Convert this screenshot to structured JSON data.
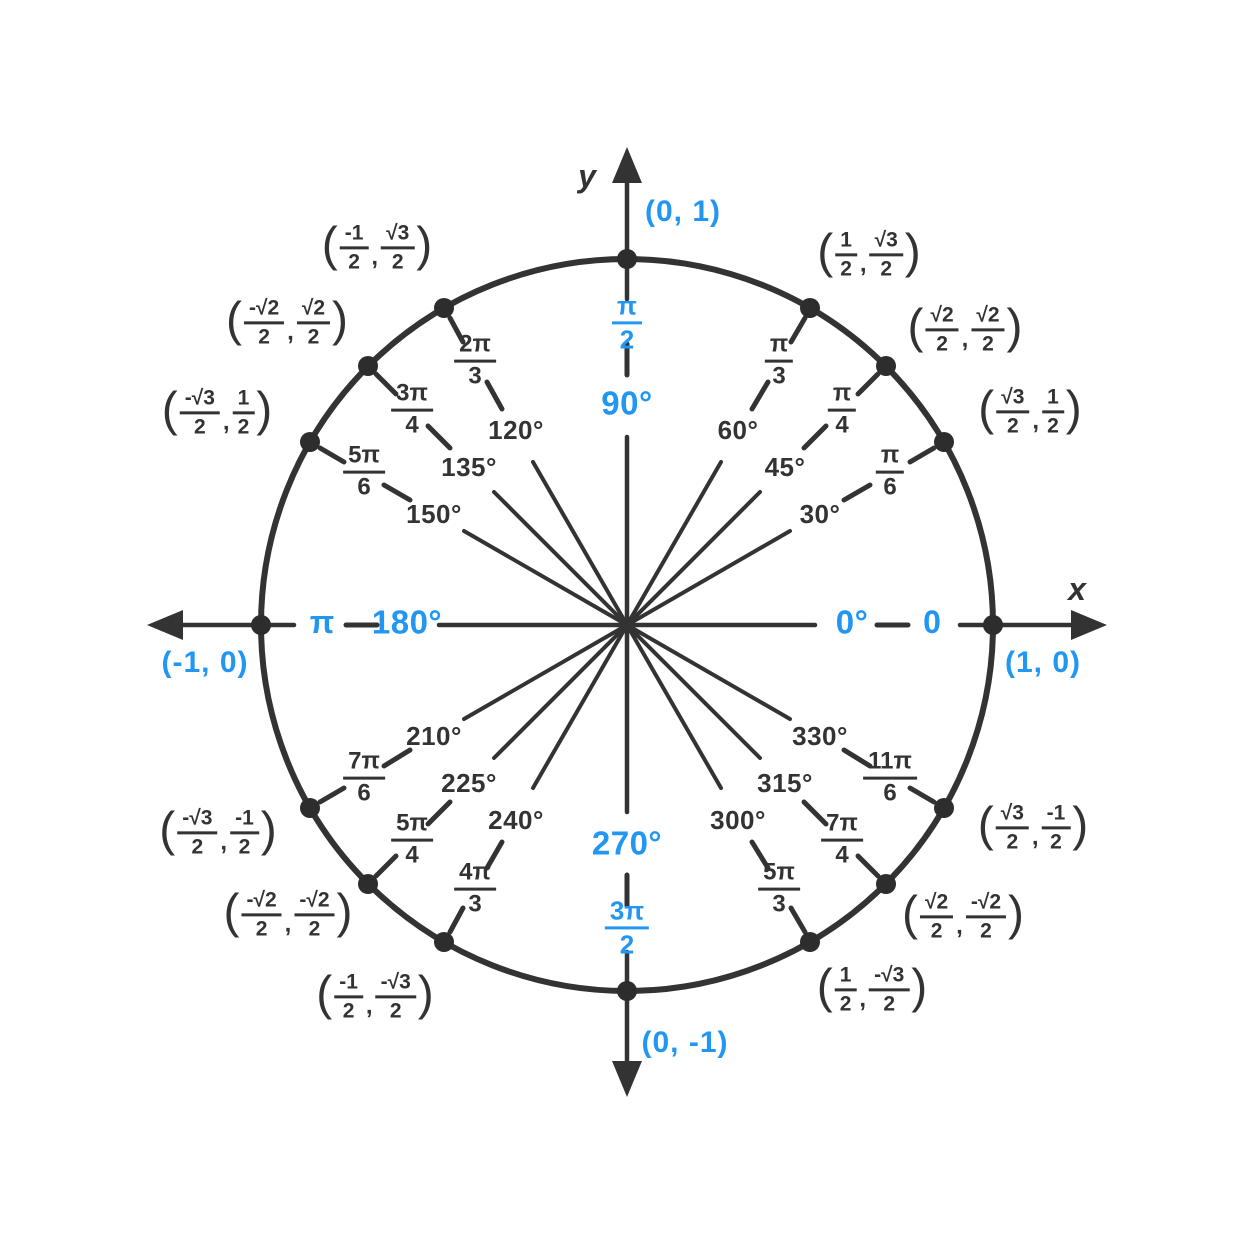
{
  "colors": {
    "accent_blue": "#2196f3",
    "ink": "#333333"
  },
  "punct": {
    "open": "(",
    "close": ")",
    "comma": ","
  },
  "axis": {
    "x_letter": "x",
    "y_letter": "y",
    "right": {
      "degree": "0°",
      "radian": "0",
      "coordinate": "(1, 0)"
    },
    "top": {
      "degree": "90°",
      "radian_num": "π",
      "radian_den": "2",
      "coordinate": "(0, 1)"
    },
    "left": {
      "degree": "180°",
      "radian": "π",
      "coordinate": "(-1, 0)"
    },
    "bottom": {
      "degree": "270°",
      "radian_num": "3π",
      "radian_den": "2",
      "coordinate": "(0, -1)"
    }
  },
  "angles": [
    {
      "degree": "30°",
      "radian_num": "π",
      "radian_den": "6",
      "x_num": "√3",
      "x_den": "2",
      "y_num": "1",
      "y_den": "2"
    },
    {
      "degree": "45°",
      "radian_num": "π",
      "radian_den": "4",
      "x_num": "√2",
      "x_den": "2",
      "y_num": "√2",
      "y_den": "2"
    },
    {
      "degree": "60°",
      "radian_num": "π",
      "radian_den": "3",
      "x_num": "1",
      "x_den": "2",
      "y_num": "√3",
      "y_den": "2"
    },
    {
      "degree": "120°",
      "radian_num": "2π",
      "radian_den": "3",
      "x_num": "-1",
      "x_den": "2",
      "y_num": "√3",
      "y_den": "2"
    },
    {
      "degree": "135°",
      "radian_num": "3π",
      "radian_den": "4",
      "x_num": "-√2",
      "x_den": "2",
      "y_num": "√2",
      "y_den": "2"
    },
    {
      "degree": "150°",
      "radian_num": "5π",
      "radian_den": "6",
      "x_num": "-√3",
      "x_den": "2",
      "y_num": "1",
      "y_den": "2"
    },
    {
      "degree": "210°",
      "radian_num": "7π",
      "radian_den": "6",
      "x_num": "-√3",
      "x_den": "2",
      "y_num": "-1",
      "y_den": "2"
    },
    {
      "degree": "225°",
      "radian_num": "5π",
      "radian_den": "4",
      "x_num": "-√2",
      "x_den": "2",
      "y_num": "-√2",
      "y_den": "2"
    },
    {
      "degree": "240°",
      "radian_num": "4π",
      "radian_den": "3",
      "x_num": "-1",
      "x_den": "2",
      "y_num": "-√3",
      "y_den": "2"
    },
    {
      "degree": "300°",
      "radian_num": "5π",
      "radian_den": "3",
      "x_num": "1",
      "x_den": "2",
      "y_num": "-√3",
      "y_den": "2"
    },
    {
      "degree": "315°",
      "radian_num": "7π",
      "radian_den": "4",
      "x_num": "√2",
      "x_den": "2",
      "y_num": "-√2",
      "y_den": "2"
    },
    {
      "degree": "330°",
      "radian_num": "11π",
      "radian_den": "6",
      "x_num": "√3",
      "x_den": "2",
      "y_num": "-1",
      "y_den": "2"
    }
  ]
}
